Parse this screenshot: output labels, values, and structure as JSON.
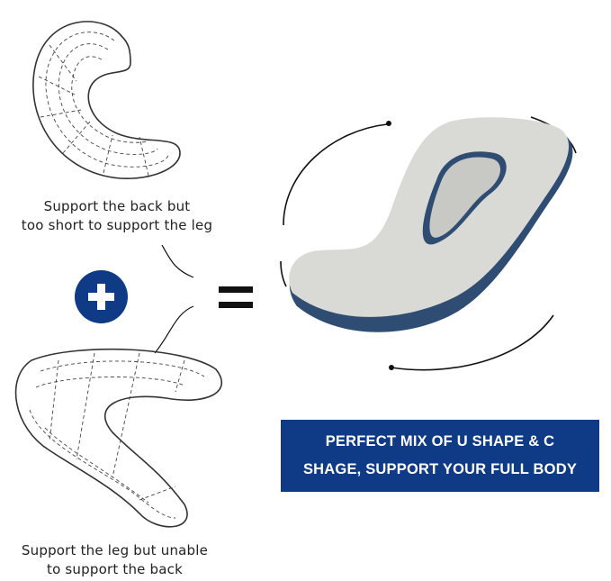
{
  "captions": {
    "c_shape": [
      "Support the back but",
      "too short to support the leg"
    ],
    "u_shape": [
      "Support the leg but unable",
      "to support the back"
    ]
  },
  "operators": {
    "plus": "plus-icon",
    "equals": "equals-icon"
  },
  "banner": {
    "line1": "PERFECT MIX OF U SHAPE & C",
    "line2": "SHAGE, SUPPORT YOUR FULL BODY",
    "color": "#0e3a86"
  },
  "colors": {
    "brand_blue": "#0e3a86",
    "pillow_gray": "#d9d9d6",
    "pillow_navy": "#2f4d73"
  }
}
